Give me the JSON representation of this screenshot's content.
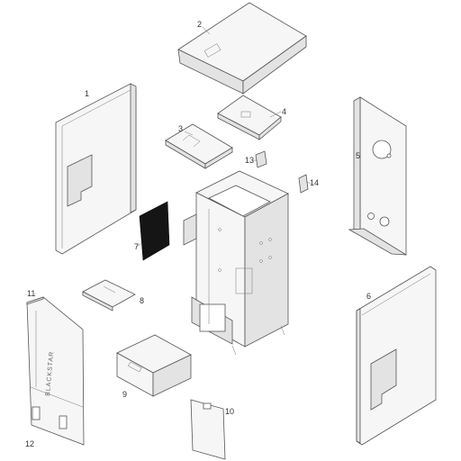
{
  "diagram": {
    "brand_text": "BLACKSTAR",
    "colors": {
      "line": "#555555",
      "panel_fill": "#f6f6f6",
      "shade_fill": "#e3e3e3",
      "filter_fill": "#151515",
      "label": "#333333"
    },
    "callouts": [
      {
        "id": "1",
        "text": "1"
      },
      {
        "id": "2",
        "text": "2"
      },
      {
        "id": "3",
        "text": "3"
      },
      {
        "id": "4",
        "text": "4"
      },
      {
        "id": "5",
        "text": "5"
      },
      {
        "id": "6",
        "text": "6"
      },
      {
        "id": "7",
        "text": "7"
      },
      {
        "id": "8",
        "text": "8"
      },
      {
        "id": "9",
        "text": "9"
      },
      {
        "id": "10",
        "text": "10"
      },
      {
        "id": "11",
        "text": "11"
      },
      {
        "id": "12",
        "text": "12"
      },
      {
        "id": "13",
        "text": "13"
      },
      {
        "id": "14",
        "text": "14"
      }
    ]
  }
}
